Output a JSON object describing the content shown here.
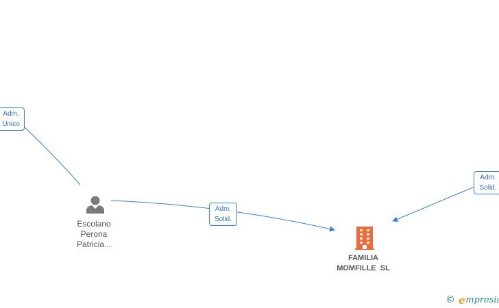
{
  "person": {
    "name_lines": [
      "Escolano",
      "Perona",
      "Patricia..."
    ]
  },
  "company": {
    "name_lines": [
      "FAMILIA",
      "MOMFILLE  SL"
    ]
  },
  "relations": [
    {
      "id": "adm-unico",
      "line1": "Adm.",
      "line2": "Unico"
    },
    {
      "id": "adm-solid-center",
      "line1": "Adm.",
      "line2": "Solid."
    },
    {
      "id": "adm-solid-right",
      "line1": "Adm.",
      "line2": "Solid."
    }
  ],
  "brand": {
    "copyright_symbol": "©",
    "initial": "e",
    "rest": "mpresia"
  },
  "colors": {
    "link": "#3a7fd5",
    "person_icon": "#7a7a7a",
    "company_icon": "#f26a3a",
    "label_text": "#555555",
    "brand": "#2b8a8a"
  }
}
